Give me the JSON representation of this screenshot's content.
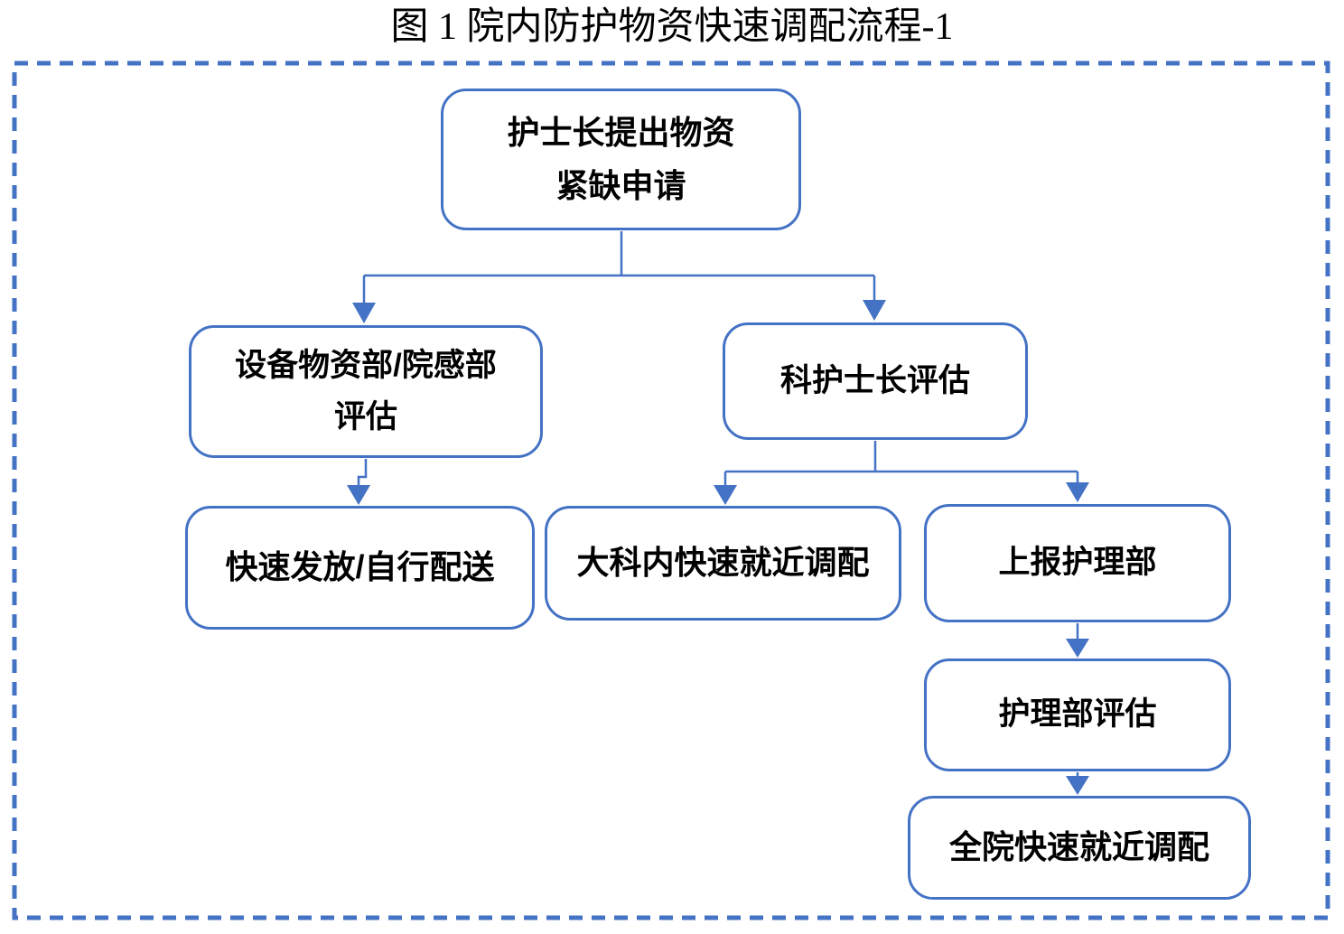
{
  "title": "图 1 院内防护物资快速调配流程-1",
  "colors": {
    "accent": "#4472C4",
    "text": "#000000",
    "background": "#FFFFFF"
  },
  "nodes": [
    {
      "id": "head-nurse-application",
      "line1": "护士长提出物资",
      "line2": "紧缺申请"
    },
    {
      "id": "equipment-infection-evaluation",
      "line1": "设备物资部/院感部",
      "line2": "评估"
    },
    {
      "id": "dept-head-nurse-evaluation",
      "line1": "科护士长评估"
    },
    {
      "id": "rapid-distribution",
      "line1": "快速发放/自行配送"
    },
    {
      "id": "major-dept-rapid-allocation",
      "line1": "大科内快速就近调配"
    },
    {
      "id": "report-nursing-dept",
      "line1": "上报护理部"
    },
    {
      "id": "nursing-dept-evaluation",
      "line1": "护理部评估"
    },
    {
      "id": "hospital-wide-rapid-allocation",
      "line1": "全院快速就近调配"
    }
  ],
  "edges": [
    {
      "from": "head-nurse-application",
      "to": "equipment-infection-evaluation"
    },
    {
      "from": "head-nurse-application",
      "to": "dept-head-nurse-evaluation"
    },
    {
      "from": "equipment-infection-evaluation",
      "to": "rapid-distribution"
    },
    {
      "from": "dept-head-nurse-evaluation",
      "to": "major-dept-rapid-allocation"
    },
    {
      "from": "dept-head-nurse-evaluation",
      "to": "report-nursing-dept"
    },
    {
      "from": "report-nursing-dept",
      "to": "nursing-dept-evaluation"
    },
    {
      "from": "nursing-dept-evaluation",
      "to": "hospital-wide-rapid-allocation"
    }
  ]
}
